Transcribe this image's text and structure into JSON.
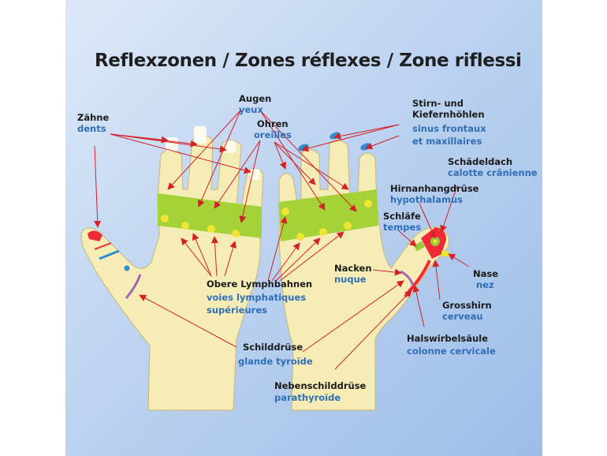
{
  "title": "Reflexzonen / Zones réflexes / Zone riflessi",
  "colors": {
    "skin": "#f6ecb6",
    "outline": "#c9bd86",
    "lymph_band": "#a5d237",
    "lymph_dot": "#f0e535",
    "arrow": "#d42027",
    "sinus": "#2e8fd0",
    "head_zone": "#ef2b35",
    "pituitary": "#98c93d",
    "neck_zone": "#a067b0",
    "label_de": "#1b1b1b",
    "label_fr": "#2f6fb7"
  },
  "labels": {
    "zaehne": {
      "de": "Zähne",
      "fr": "dents"
    },
    "augen": {
      "de": "Augen",
      "fr": "yeux"
    },
    "ohren": {
      "de": "Ohren",
      "fr": "oreilles"
    },
    "stirn": {
      "de1": "Stirn- und",
      "de2": "Kiefernhöhlen",
      "fr1": "sinus frontaux",
      "fr2": "et maxillaires"
    },
    "schaedeldach": {
      "de": "Schädeldach",
      "fr": "calotte crânienne"
    },
    "hirnanhang": {
      "de": "Hirnanhangdrüse",
      "fr": "hypothalamus"
    },
    "schlaefe": {
      "de": "Schläfe",
      "fr": "tempes"
    },
    "nacken": {
      "de": "Nacken",
      "fr": "nuque"
    },
    "nase": {
      "de": "Nase",
      "fr": "nez"
    },
    "grosshirn": {
      "de": "Grosshirn",
      "fr": "cerveau"
    },
    "halswirbel": {
      "de": "Halswirbelsäule",
      "fr": "colonne cervicale"
    },
    "lymph": {
      "de": "Obere Lymphbahnen",
      "fr1": "voies lymphatiques",
      "fr2": "supérieures"
    },
    "schilddruese": {
      "de": "Schilddrüse",
      "fr": "glande tyroïde"
    },
    "nebenschild": {
      "de": "Nebenschilddrüse",
      "fr": "parathyroïde"
    }
  }
}
